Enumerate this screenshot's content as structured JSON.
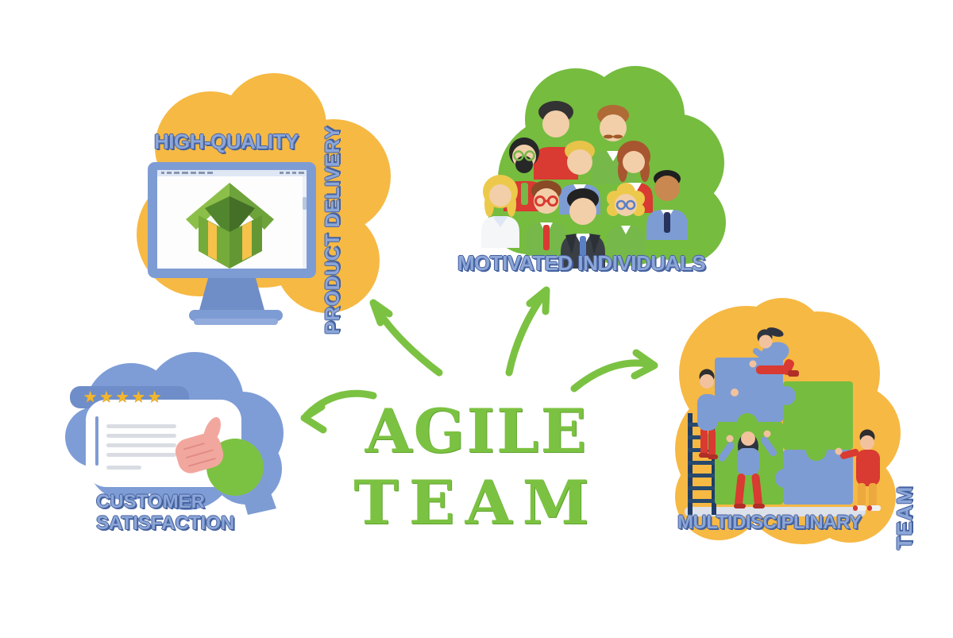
{
  "title": "Agile Team infographic",
  "palette": {
    "green": "#7cc242",
    "blob_green": "#76bc3f",
    "yellow": "#f6b944",
    "blue": "#7e9cd4",
    "label_blue": "#8ca6d8",
    "label_outline": "#46629f",
    "red": "#d93a31",
    "navy": "#27496d",
    "star_gold": "#f2b731"
  },
  "center": {
    "title_line1": "AGILE",
    "title_line2": "TEAM"
  },
  "product_delivery": {
    "heading": "HIGH-QUALITY",
    "side_label": "PRODUCT DELIVERY"
  },
  "motivated_individuals": {
    "label": "MOTIVATED INDIVIDUALS"
  },
  "customer_satisfaction": {
    "line1": "CUSTOMER",
    "line2": "SATISFACTION",
    "stars_display": "★★★★★",
    "star_count": 5
  },
  "multidisciplinary_team": {
    "label": "MULTIDISCIPLINARY",
    "side_label": "TEAM"
  }
}
